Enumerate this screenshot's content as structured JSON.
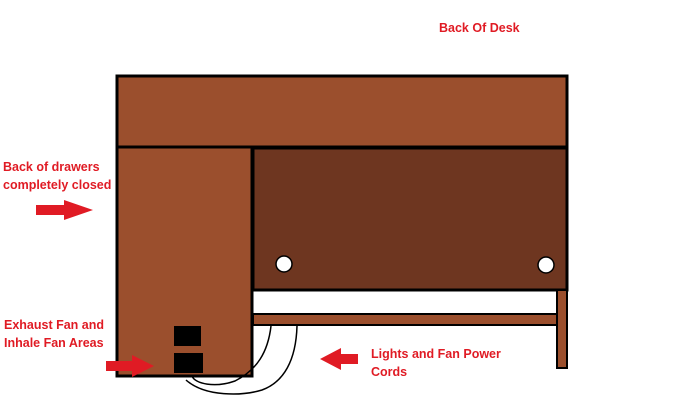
{
  "labels": {
    "back_of_desk": "Back Of Desk",
    "drawers": "Back of drawers\ncompletely closed",
    "fans": "Exhaust Fan and\nInhale Fan Areas",
    "cords": "Lights and Fan Power\nCords"
  },
  "colors": {
    "desk_top": "#9b4f2d",
    "drawer_side": "#9b4f2d",
    "back_panel": "#6e3620",
    "shelf": "#9b4f2d",
    "outline": "#000000",
    "label": "#e01b24",
    "arrow": "#e01b24",
    "fan": "#000000"
  }
}
